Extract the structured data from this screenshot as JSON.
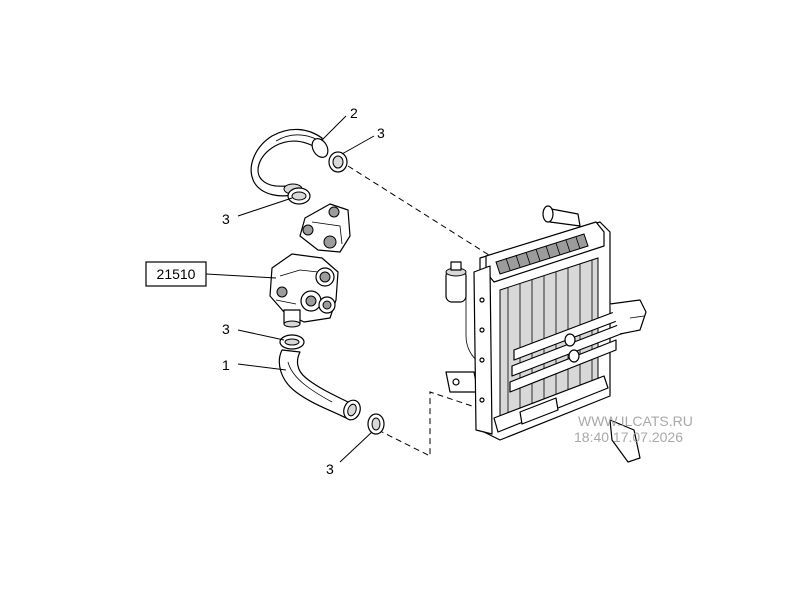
{
  "callouts": {
    "hose_upper": "2",
    "clamp_upper_right": "3",
    "clamp_upper_left": "3",
    "thermostat_ref": "21510",
    "clamp_mid": "3",
    "hose_lower": "1",
    "clamp_lower": "3"
  },
  "watermark": {
    "line1": "WWW.ILCATS.RU",
    "line2": "18:40 17.07.2026"
  }
}
